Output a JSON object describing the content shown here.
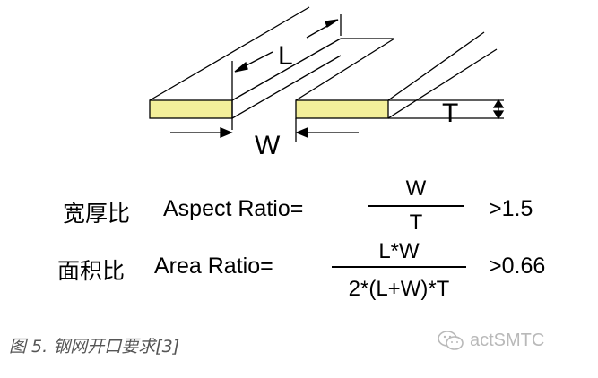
{
  "diagram": {
    "label_length": "L",
    "label_width": "W",
    "label_thickness": "T",
    "colors": {
      "slab_face": "#f3ef9a",
      "line": "#000000"
    }
  },
  "formulas": [
    {
      "chinese": "宽厚比",
      "english": "Aspect Ratio=",
      "numerator": "W",
      "denominator": "T",
      "condition": ">1.5"
    },
    {
      "chinese": "面积比",
      "english": "Area Ratio=",
      "numerator": "L*W",
      "denominator": "2*(L+W)*T",
      "condition": ">0.66"
    }
  ],
  "caption": "图 5. 钢网开口要求[3]",
  "watermark": {
    "text": "actSMTC",
    "icon": "wechat-icon",
    "color": "#b9b9b9"
  }
}
